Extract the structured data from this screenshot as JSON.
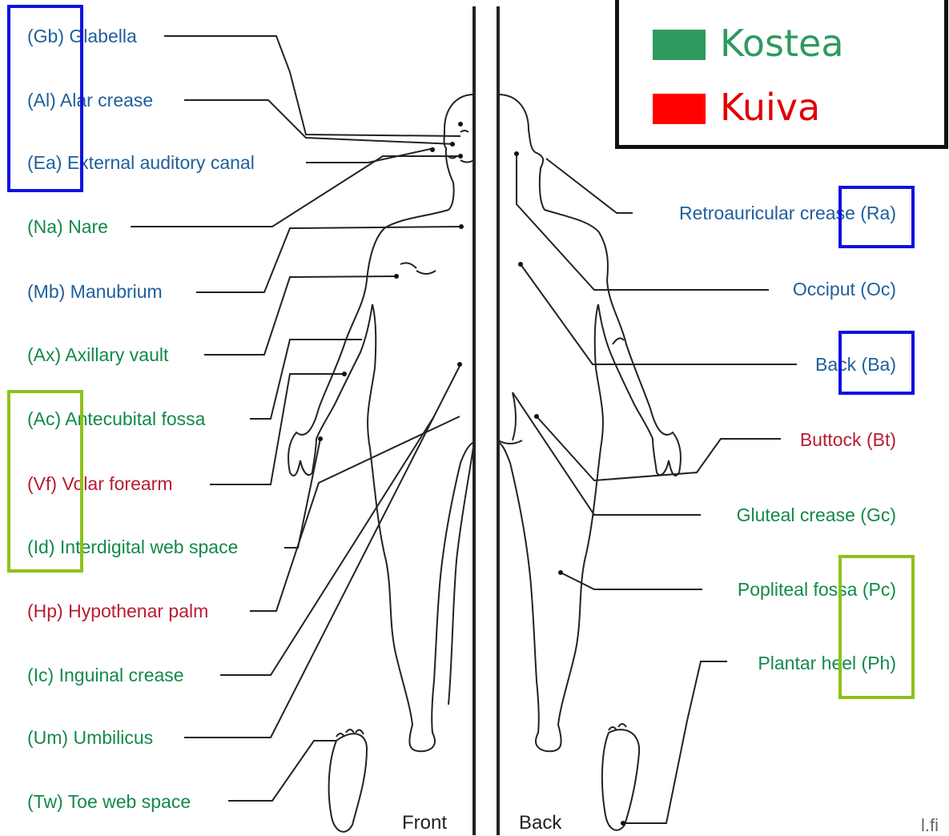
{
  "labels_left": [
    {
      "text": "(Gb) Glabella",
      "color": "blue"
    },
    {
      "text": "(Al) Alar crease",
      "color": "blue"
    },
    {
      "text": "(Ea) External auditory canal",
      "color": "blue"
    },
    {
      "text": "(Na) Nare",
      "color": "green"
    },
    {
      "text": "(Mb) Manubrium",
      "color": "blue"
    },
    {
      "text": "(Ax) Axillary vault",
      "color": "green"
    },
    {
      "text": "(Ac) Antecubital fossa",
      "color": "green"
    },
    {
      "text": "(Vf) Volar forearm",
      "color": "red"
    },
    {
      "text": "(Id) Interdigital web space",
      "color": "green"
    },
    {
      "text": "(Hp) Hypothenar palm",
      "color": "red"
    },
    {
      "text": "(Ic) Inguinal crease",
      "color": "green"
    },
    {
      "text": "(Um) Umbilicus",
      "color": "green"
    },
    {
      "text": "(Tw) Toe web space",
      "color": "green"
    }
  ],
  "labels_right": [
    {
      "text": "Retroauricular crease (Ra)",
      "color": "blue"
    },
    {
      "text": "Occiput (Oc)",
      "color": "blue"
    },
    {
      "text": "Back (Ba)",
      "color": "blue"
    },
    {
      "text": "Buttock (Bt)",
      "color": "red"
    },
    {
      "text": "Gluteal crease (Gc)",
      "color": "green"
    },
    {
      "text": "Popliteal fossa (Pc)",
      "color": "green"
    },
    {
      "text": "Plantar heel (Ph)",
      "color": "green"
    }
  ],
  "legend": [
    {
      "text": "Kostea",
      "color": "#2e9a5e"
    },
    {
      "text": "Kuiva",
      "color": "#ff0000"
    }
  ],
  "captions": {
    "front": "Front",
    "back": "Back"
  },
  "footer_text": "l.fi",
  "colors": {
    "blue": "#1f5f9c",
    "green": "#12894a",
    "red": "#b81c32",
    "highlight_blue": "#1010e0",
    "highlight_lime": "#8cc21a"
  }
}
